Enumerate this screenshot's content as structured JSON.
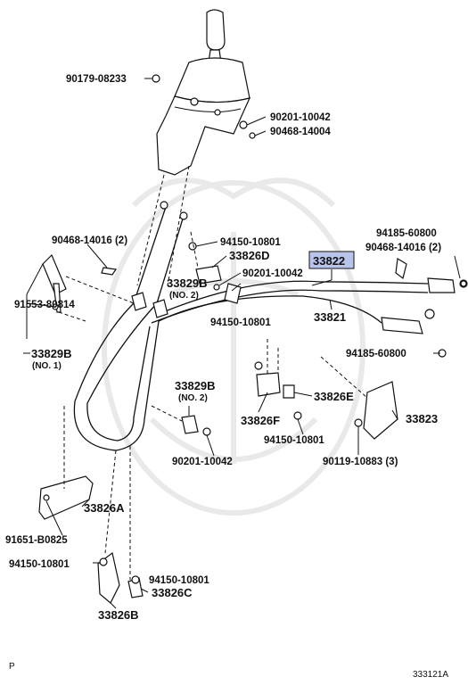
{
  "highlight_color": "#b9c4ec",
  "parts": {
    "p_90179_08233": "90179-08233",
    "p_90201_10042_top": "90201-10042",
    "p_90468_14004": "90468-14004",
    "p_90468_14016_left": "90468-14016 (2)",
    "p_94150_10801_a": "94150-10801",
    "p_33826D": "33826D",
    "p_90201_10042_mid": "90201-10042",
    "p_33829B_mid": "33829B",
    "p_33829B_mid_sub": "(NO. 2)",
    "p_94185_60800_top": "94185-60800",
    "p_90468_14016_right": "90468-14016 (2)",
    "p_33822": "33822",
    "p_33821": "33821",
    "p_94185_60800_bot": "94185-60800",
    "p_91553_80814": "91553-80814",
    "p_33829B_left": "33829B",
    "p_33829B_left_sub": "(NO. 1)",
    "p_94150_10801_b": "94150-10801",
    "p_33826E": "33826E",
    "p_33826F": "33826F",
    "p_94150_10801_c": "94150-10801",
    "p_33829B_low": "33829B",
    "p_33829B_low_sub": "(NO. 2)",
    "p_90201_10042_low": "90201-10042",
    "p_33823": "33823",
    "p_90119_10883": "90119-10883 (3)",
    "p_33826A": "33826A",
    "p_91651_B0825": "91651-B0825",
    "p_94150_10801_d": "94150-10801",
    "p_94150_10801_e": "94150-10801",
    "p_33826C": "33826C",
    "p_33826B": "33826B"
  },
  "footer": {
    "left_mark": "P",
    "diagram_code": "333121A"
  }
}
